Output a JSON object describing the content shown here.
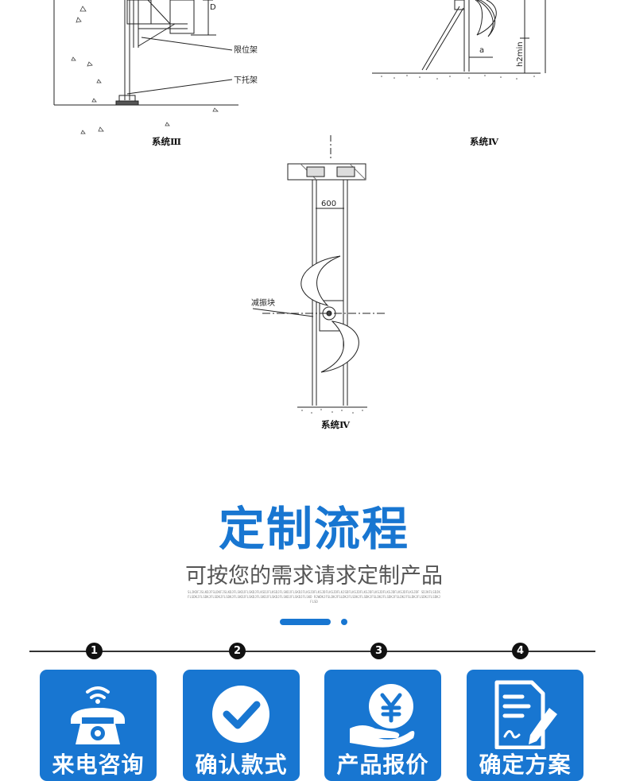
{
  "diagrams": {
    "label_limit_frame": "限位架",
    "label_lower_bracket": "下托架",
    "label_dim_d": "D",
    "label_dim_a": "a",
    "label_h2min": "h2min",
    "label_600": "600",
    "label_damper": "减振块",
    "caption_system3": "系统Ⅲ",
    "caption_system4_top": "系统Ⅳ",
    "caption_system4_bottom": "系统Ⅳ"
  },
  "process": {
    "title": "定制流程",
    "subtitle": "可按您的需求请求定制产品",
    "fine_print": "SLJKDFJSLKDJFSLDKFJSLKDJFLSKDJFLSKDJFLKSDJFLKSDJFLSKDJFLSKDJFLKSJDFLKSJDFLKSJDFLKJSDFLKSJDFLKSJDFLKSJDFLKSJDFLKSJDFLKSJDF SDJKFLSDJKFLSDKJFLSDKJFLSDKJFLSDKJFLSKDJFLSKDJFLSKDJFLSKDJFLSKDJFLSKDJFLSKD RJWDKJFSLDKJFSLDKJFLSDKJFLSDKJFSLDKJFLSDKJFSLDKJFSLDKJFLSDKJFLSDKJFLSD",
    "steps": [
      {
        "number": "1",
        "label": "来电咨询",
        "icon": "phone-icon"
      },
      {
        "number": "2",
        "label": "确认款式",
        "icon": "check-icon"
      },
      {
        "number": "3",
        "label": "产品报价",
        "icon": "yen-hand-icon"
      },
      {
        "number": "4",
        "label": "确定方案",
        "icon": "document-sign-icon"
      }
    ]
  },
  "colors": {
    "accent": "#1876d1",
    "dark": "#111111",
    "text_gray": "#555555"
  }
}
